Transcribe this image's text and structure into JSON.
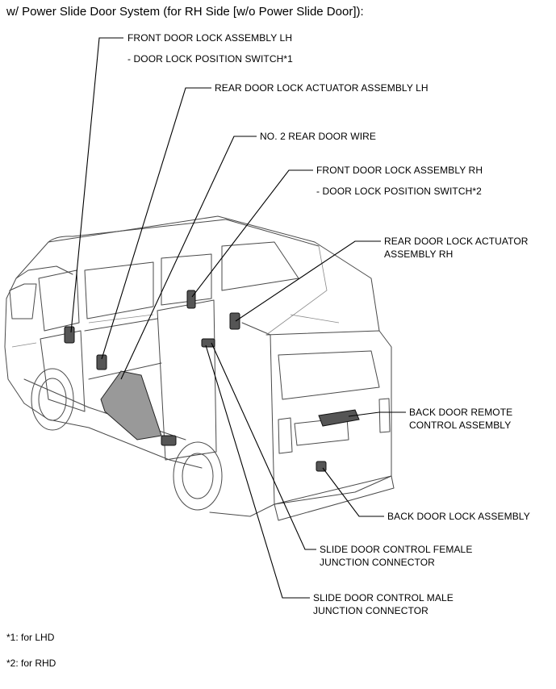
{
  "title": "w/ Power Slide Door System (for RH Side [w/o Power Slide Door]):",
  "labels": {
    "front_door_lock_lh": "FRONT DOOR LOCK ASSEMBLY LH",
    "front_door_lock_lh_sub": "- DOOR LOCK POSITION SWITCH*1",
    "rear_door_actuator_lh": "REAR DOOR LOCK ACTUATOR ASSEMBLY LH",
    "no2_rear_door_wire": "NO. 2 REAR DOOR WIRE",
    "front_door_lock_rh": "FRONT DOOR LOCK ASSEMBLY RH",
    "front_door_lock_rh_sub": "- DOOR LOCK POSITION SWITCH*2",
    "rear_door_actuator_rh_1": "REAR DOOR LOCK ACTUATOR",
    "rear_door_actuator_rh_2": "ASSEMBLY RH",
    "back_door_remote_1": "BACK DOOR REMOTE",
    "back_door_remote_2": "CONTROL ASSEMBLY",
    "back_door_lock": "BACK DOOR LOCK ASSEMBLY",
    "female_connector_1": "SLIDE DOOR CONTROL FEMALE",
    "female_connector_2": "JUNCTION CONNECTOR",
    "male_connector_1": "SLIDE DOOR CONTROL MALE",
    "male_connector_2": "JUNCTION CONNECTOR"
  },
  "notes": {
    "note1": "*1: for LHD",
    "note2": "*2: for RHD"
  }
}
